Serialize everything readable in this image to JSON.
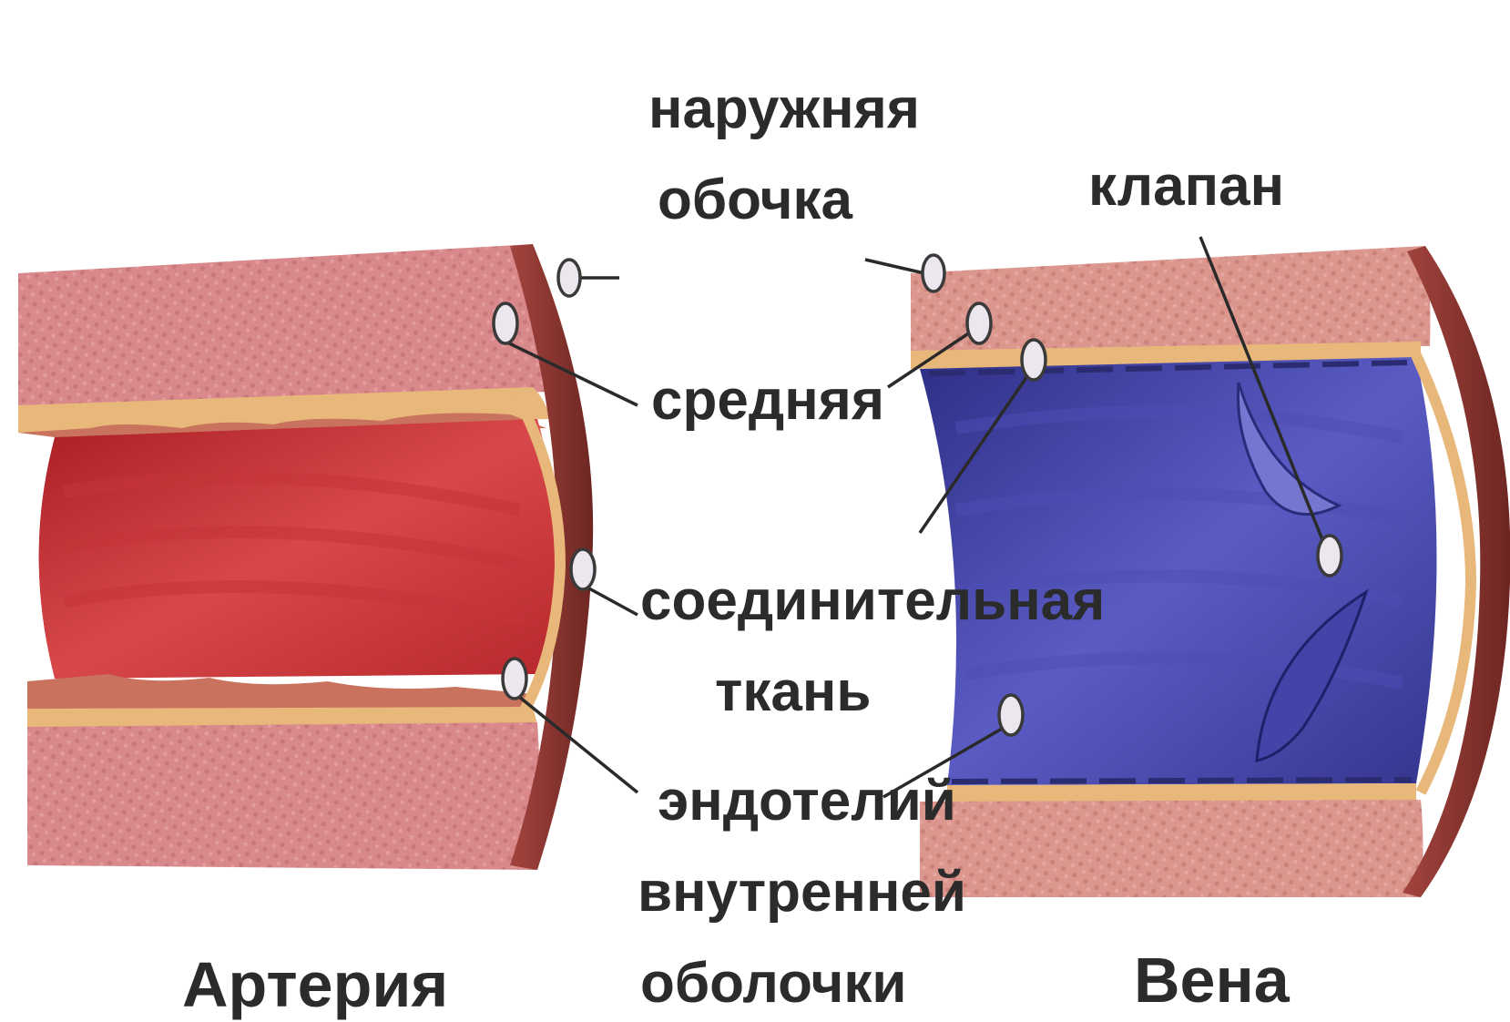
{
  "labels": {
    "outer_line1": "наружняя",
    "outer_line2": "обочка",
    "middle": "средняя",
    "connective_line1": "соединительная",
    "connective_line2": "ткань",
    "endothelium_line1": "эндотелий",
    "endothelium_line2": "внутренней",
    "endothelium_line3": "оболочки",
    "valve": "клапан"
  },
  "captions": {
    "artery": "Артерия",
    "vein": "Вена"
  },
  "colors": {
    "artery_wall": "#d98a8c",
    "artery_lumen": "#b8282c",
    "artery_rim": "#8a3530",
    "vein_wall": "#d99a90",
    "vein_lumen": "#3a3a9a",
    "vein_rim": "#8a3a35",
    "connective_layer": "#e8b878"
  }
}
